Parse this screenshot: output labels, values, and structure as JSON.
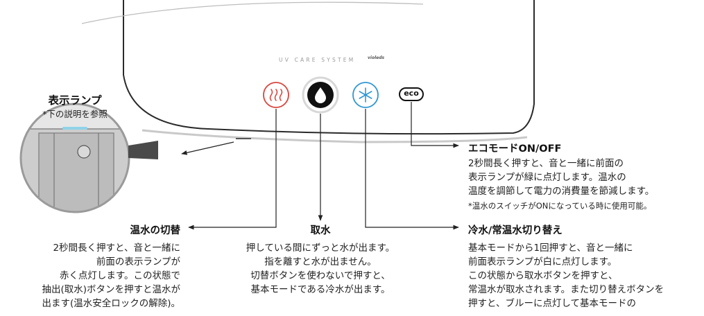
{
  "device": {
    "brand_text": "UV CARE SYSTEM",
    "brand_sub": "violeds",
    "eco_button_label": "eco",
    "icons": [
      "heat-wave-icon",
      "water-drop-icon",
      "snowflake-icon",
      "eco-icon"
    ],
    "colors": {
      "hot": "#d8453c",
      "cold": "#2e97d3",
      "dark": "#111111",
      "lamp_glow": "#8fd3e8"
    }
  },
  "display_lamp": {
    "title": "表示ランプ",
    "note": "*下の説明を参照"
  },
  "eco_mode": {
    "heading": "エコモードON/OFF",
    "lines": [
      "2秒間長く押すと、音と一緒に前面の",
      "表示ランプが緑に点灯します。温水の",
      "温度を調節して電力の消費量を節減します。"
    ],
    "note": "*温水のスイッチがONになっている時に使用可能。"
  },
  "hot_water_switch": {
    "heading": "温水の切替",
    "lines": [
      "2秒間長く押すと、音と一緒に",
      "前面の表示ランプが",
      "赤く点灯します。この状態で",
      "抽出(取水)ボタンを押すと温水が",
      "出ます(温水安全ロックの解除)。"
    ]
  },
  "dispense": {
    "heading": "取水",
    "lines": [
      "押している間にずっと水が出ます。",
      "指を離すと水が出ません。",
      "切替ボタンを使わないで押すと、",
      "基本モードである冷水が出ます。"
    ]
  },
  "cold_room_switch": {
    "heading": "冷水/常温水切り替え",
    "lines": [
      "基本モードから1回押すと、音と一緒に",
      "前面表示ランプが白に点灯します。",
      "この状態から取水ボタンを押すと、",
      "常温水が取水されます。また切り替えボタンを",
      "押すと、ブルーに点灯して基本モードの"
    ]
  }
}
